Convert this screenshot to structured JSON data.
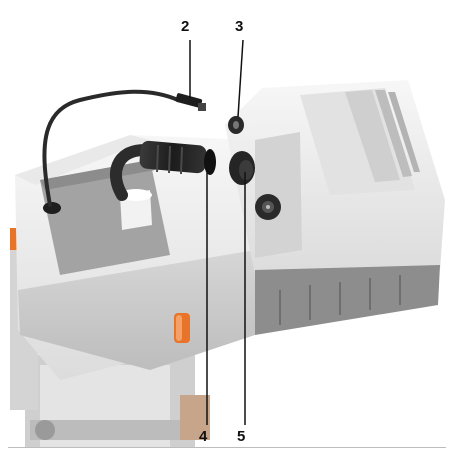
{
  "callouts": {
    "c2": "2",
    "c3": "3",
    "c4": "4",
    "c5": "5"
  },
  "colors": {
    "housing_light": "#eeeeee",
    "housing_mid": "#d9d9d9",
    "housing_shadow": "#b8b8b8",
    "cable_dark": "#2a2a2a",
    "tray_gray": "#9a9a9a",
    "accent_orange": "#e8742a",
    "leader_line": "#111111"
  }
}
